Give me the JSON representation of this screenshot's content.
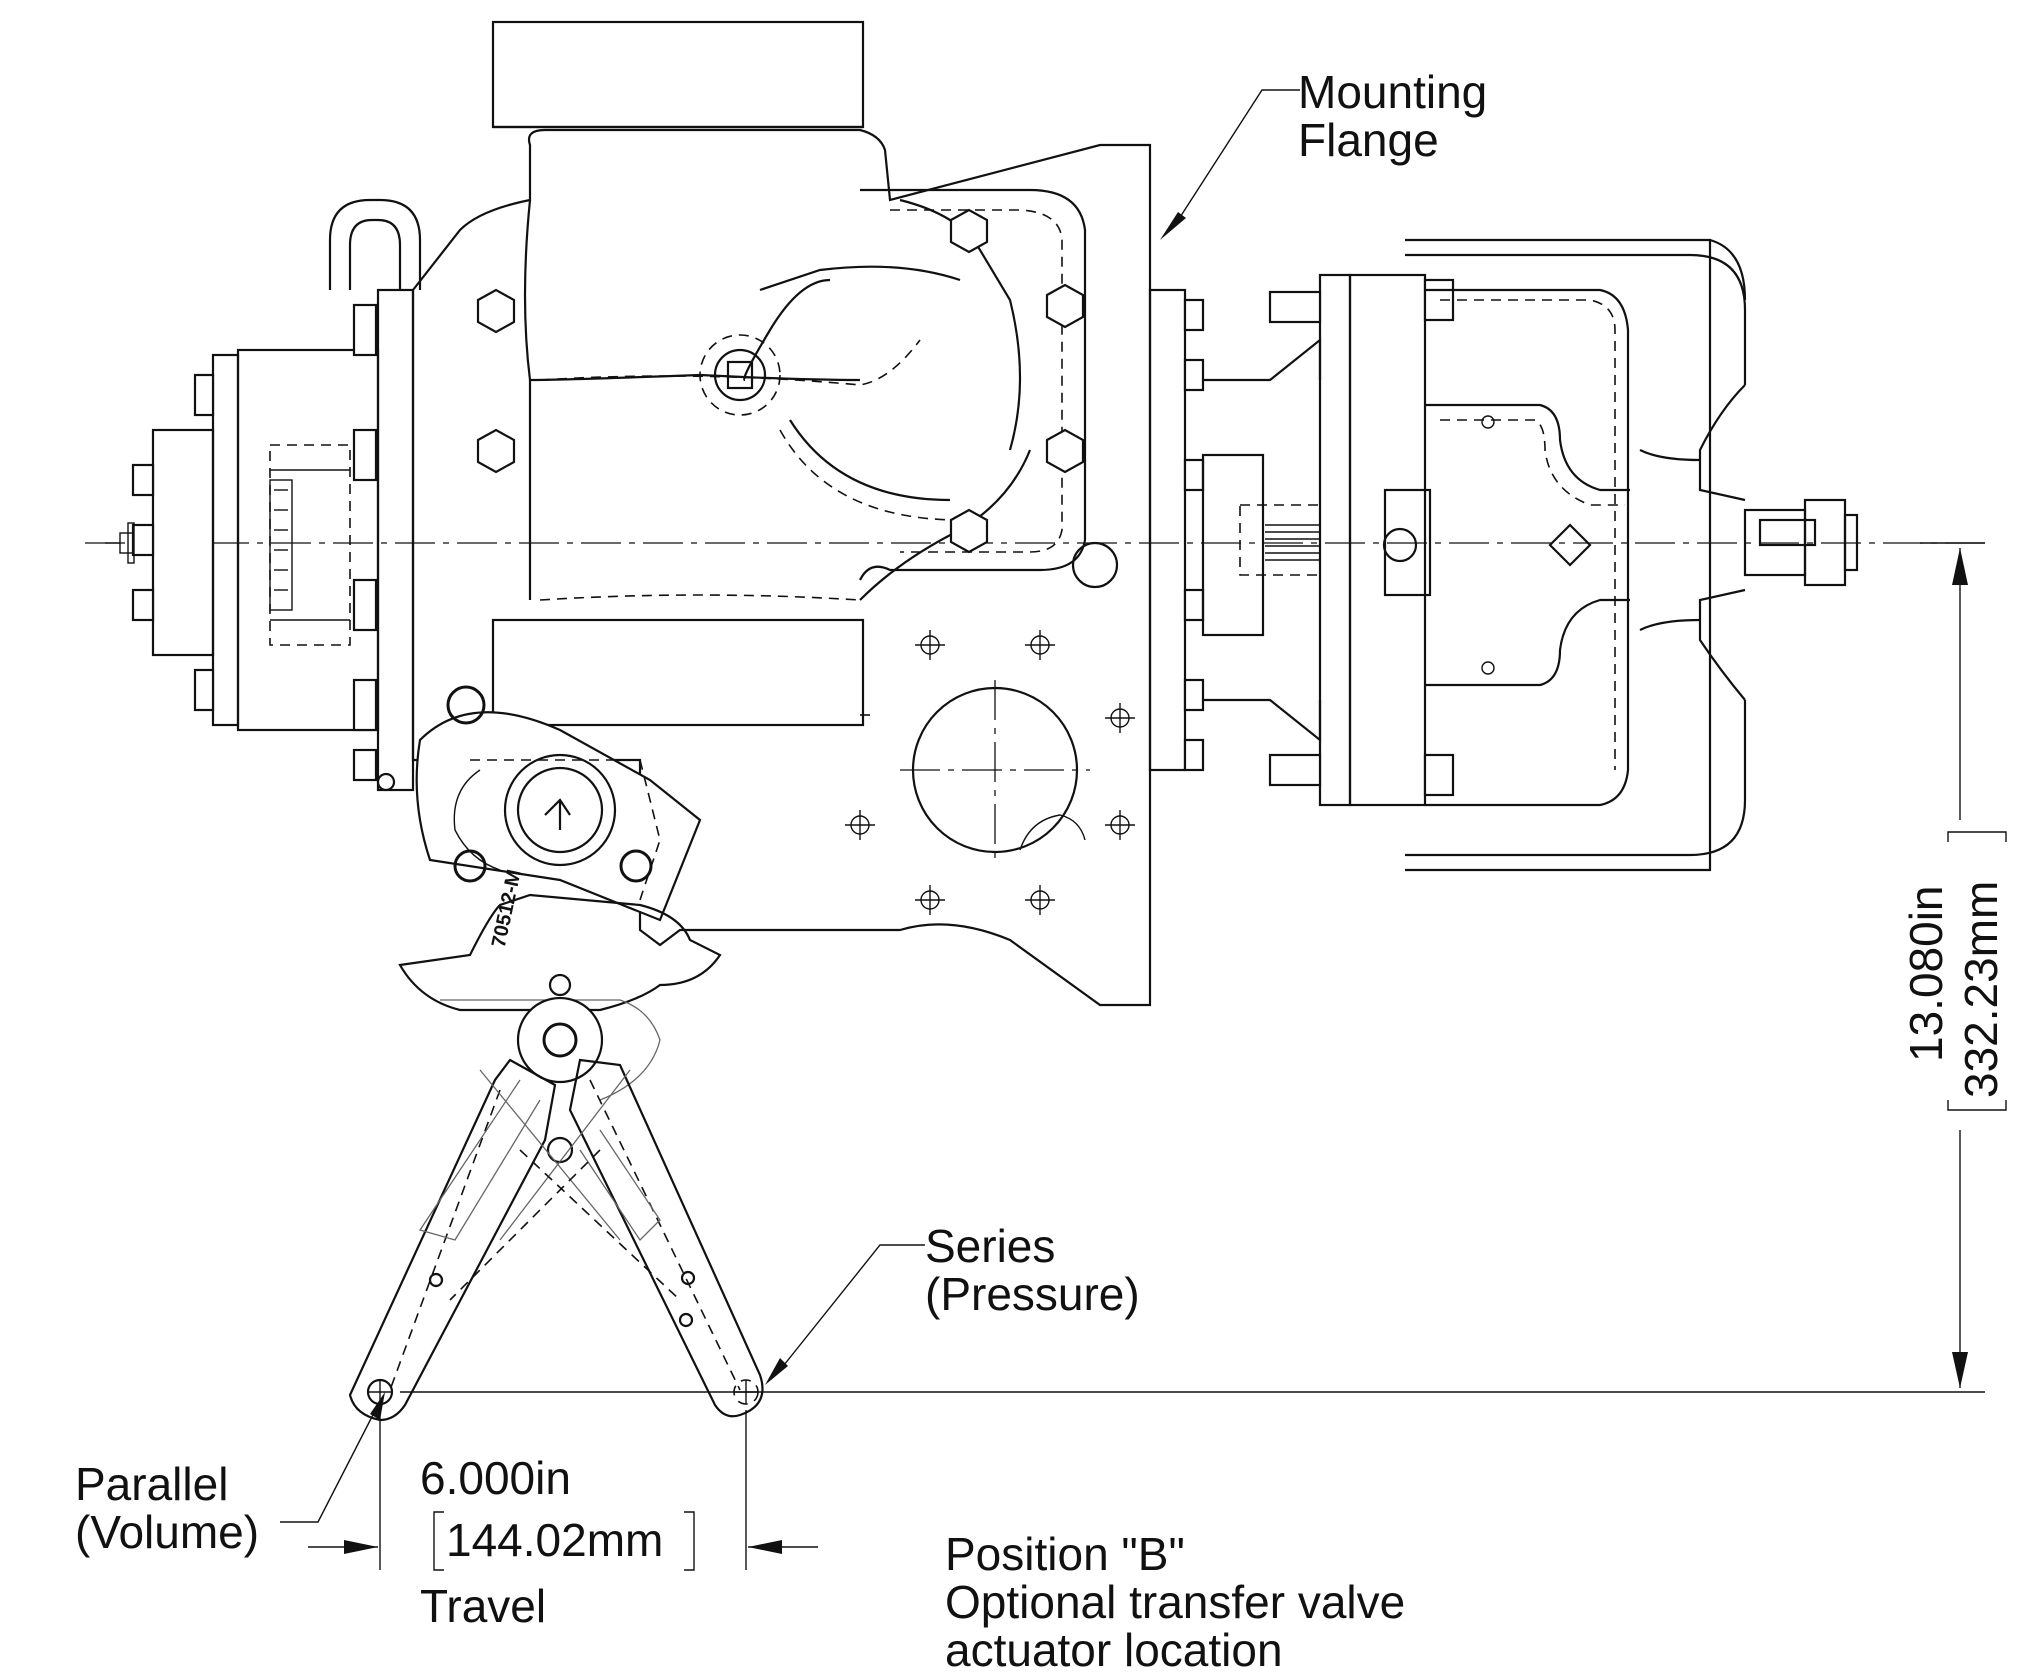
{
  "callouts": {
    "mounting_flange": [
      "Mounting",
      "Flange"
    ],
    "series": [
      "Series",
      "(Pressure)"
    ],
    "parallel": [
      "Parallel",
      "(Volume)"
    ],
    "position_b": [
      "Position \"B\"",
      "Optional transfer valve",
      "actuator location"
    ],
    "travel_inch": "6.000in",
    "travel_mm": "144.02mm",
    "travel_label": "Travel",
    "height_inch": "13.080in",
    "height_mm": "332.23mm",
    "part_mark": "70512-M"
  }
}
